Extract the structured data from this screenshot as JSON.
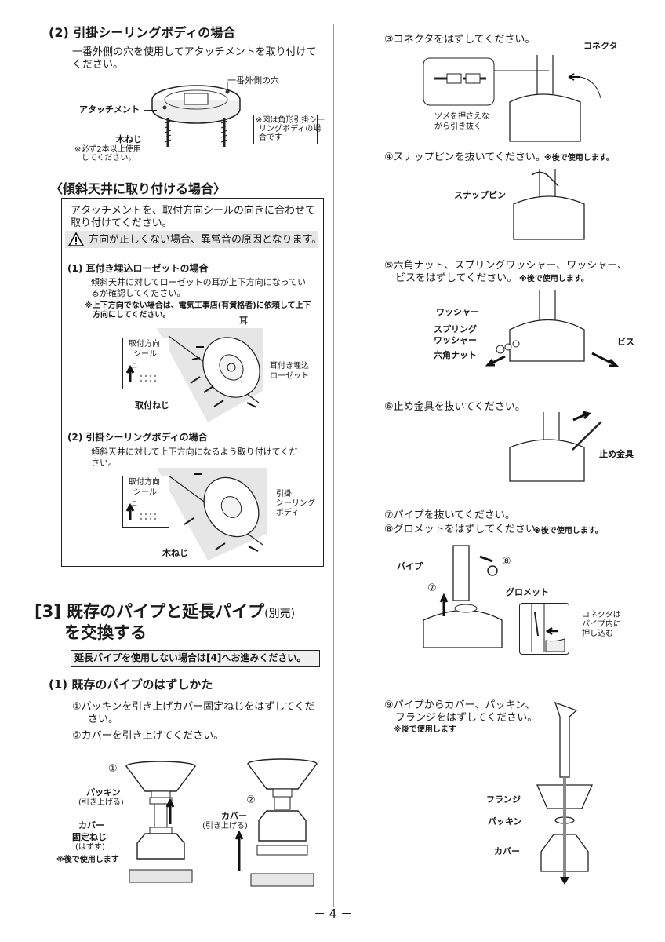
{
  "left": {
    "sec2_title": "(2) 引掛シーリングボディの場合",
    "sec2_desc": [
      "一番外側の穴を使用してアタッチメントを取り付けて",
      "ください。"
    ],
    "fig1": {
      "outer_hole": "一番外側の穴",
      "attachment": "アタッチメント",
      "wood_screw": "木ねじ",
      "note_min": [
        "※必ず2本以上使用",
        "してください。"
      ],
      "note_box": [
        "※図は角形引掛シー",
        "リングボディの場",
        "合です"
      ]
    },
    "slope": {
      "title": "〈傾斜天井に取り付ける場合〉",
      "desc": [
        "アタッチメントを、取付方向シールの向きに合わせて",
        "取り付けてください。"
      ],
      "warning": "方向が正しくない場合、異常音の原因となります。",
      "sub1_title": "(1) 耳付き埋込ローゼットの場合",
      "sub1_desc": [
        "傾斜天井に対してローゼットの耳が上下方向になってい",
        "るか確認してください。"
      ],
      "sub1_note": [
        "※上下方向でない場合は、電気工事店(有資格者)に依頼して上下",
        "方向にしてください。"
      ],
      "sticker": [
        "取付方向",
        "シール"
      ],
      "sticker_up": "上",
      "ear": "耳",
      "rosette": [
        "耳付き埋込",
        "ローゼット"
      ],
      "mount_screw": "取付ねじ",
      "sub2_title": "(2) 引掛シーリングボディの場合",
      "sub2_desc": [
        "傾斜天井に対して上下方向になるよう取り付けてくだ",
        "さい。"
      ],
      "ceiling_body": [
        "引掛",
        "シーリング",
        "ボディ"
      ],
      "wood_screw": "木ねじ"
    },
    "sec3": {
      "title_line1": "[3] 既存のパイプと延長パイプ",
      "title_optional": "(別売)",
      "title_line2": "を交換する",
      "notice": "延長パイプを使用しない場合は[4]へお進みください。",
      "sub_title": "(1) 既存のパイプのはずしかた",
      "step1": [
        "①パッキンを引き上げカバー固定ねじをはずしてくだ",
        "さい。"
      ],
      "step2": "②カバーを引き上げてください。",
      "fig_num1": "①",
      "fig_num2": "②",
      "packing": "パッキン",
      "packing_sub": "(引き上げる)",
      "cover_screw": [
        "カバー",
        "固定ねじ"
      ],
      "cover_screw_sub": "(はずす)",
      "later_use": "※後で使用します",
      "cover": "カバー",
      "cover_sub": "(引き上げる)"
    }
  },
  "right": {
    "step3": "③コネクタをはずしてください。",
    "connector": "コネクタ",
    "claw_note": [
      "ツメを押さえな",
      "がら引き抜く"
    ],
    "step4": "④スナップピンを抜いてください。",
    "later_use": "※後で使用します。",
    "snap_pin": "スナップピン",
    "step5": [
      "⑤六角ナット、スプリングワッシャー、ワッシャー、",
      "ビスをはずしてください。"
    ],
    "washer": "ワッシャー",
    "spring_washer": [
      "スプリング",
      "ワッシャー"
    ],
    "hex_nut": "六角ナット",
    "screw": "ビス",
    "step6": "⑥止め金具を抜いてください。",
    "stopper": "止め金具",
    "step7": "⑦パイプを抜いてください。",
    "step8": "⑧グロメットをはずしてください。",
    "pipe": "パイプ",
    "grommet": "グロメット",
    "circ7": "⑦",
    "circ8": "⑧",
    "push_in": [
      "コネクタは",
      "パイプ内に",
      "押し込む"
    ],
    "step9": [
      "⑨パイプからカバー、パッキン、",
      "フランジをはずしてください。"
    ],
    "later_use2": "※後で使用します",
    "flange": "フランジ",
    "packing": "パッキン",
    "cover": "カバー"
  },
  "page_number": "－ 4 －"
}
